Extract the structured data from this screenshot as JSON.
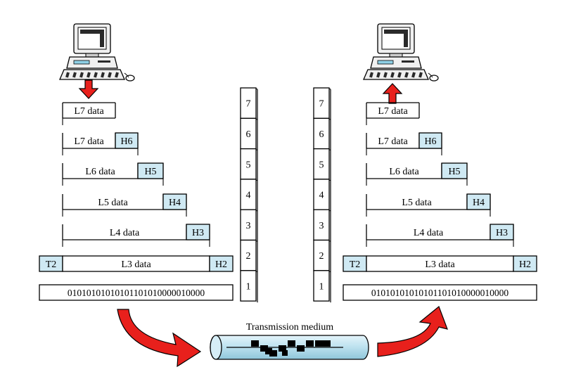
{
  "colors": {
    "header_fill": "#cfe9f3",
    "arrow_red": "#e8201c",
    "medium_fill": "#bfe3f0",
    "signal": "#000000",
    "computer_body": "#f0f0f0",
    "computer_dark": "#2a2a2a",
    "computer_accent": "#8fd0e6"
  },
  "icons": {
    "computer": "desktop-computer-icon",
    "down_arrow": "red-down-arrow-icon",
    "up_arrow": "red-up-arrow-icon",
    "curved_arrow": "red-curved-arrow-icon"
  },
  "sender": {
    "rows": [
      {
        "data": "L7 data",
        "header": ""
      },
      {
        "data": "L7 data",
        "header": "H6"
      },
      {
        "data": "L6 data",
        "header": "H5"
      },
      {
        "data": "L5 data",
        "header": "H4"
      },
      {
        "data": "L4 data",
        "header": "H3"
      },
      {
        "data": "L3 data",
        "header": "H2",
        "trailer": "T2"
      }
    ],
    "bits": "01010101010101101010000010000"
  },
  "receiver": {
    "rows": [
      {
        "data": "L7 data",
        "header": ""
      },
      {
        "data": "L7 data",
        "header": "H6"
      },
      {
        "data": "L6 data",
        "header": "H5"
      },
      {
        "data": "L5 data",
        "header": "H4"
      },
      {
        "data": "L4 data",
        "header": "H3"
      },
      {
        "data": "L3 data",
        "header": "H2",
        "trailer": "T2"
      }
    ],
    "bits": "01010101010101101010000010000"
  },
  "layer_stack": [
    "7",
    "6",
    "5",
    "4",
    "3",
    "2",
    "1"
  ],
  "medium": {
    "label": "Transmission medium"
  }
}
